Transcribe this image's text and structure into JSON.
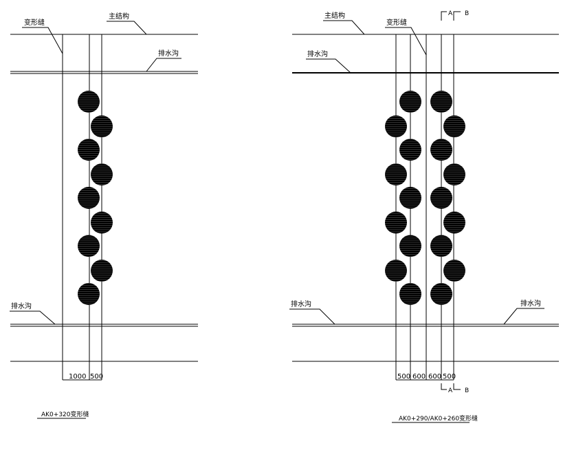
{
  "left": {
    "labels": {
      "joint": "变形缝",
      "structure": "主结构",
      "drain_top": "排水沟",
      "drain_bottom": "排水沟"
    },
    "dimensions": [
      "1000",
      "500"
    ],
    "title": "AK0+320变形缝"
  },
  "right": {
    "labels": {
      "structure": "主结构",
      "joint": "变形缝",
      "drain_top": "排水沟",
      "drain_bottom_left": "排水沟",
      "drain_bottom_right": "排水沟"
    },
    "section_marks": {
      "a": "A",
      "b": "B"
    },
    "dimensions": [
      "500",
      "600",
      "600",
      "500"
    ],
    "title": "AK0+290/AK0+260变形缝"
  }
}
